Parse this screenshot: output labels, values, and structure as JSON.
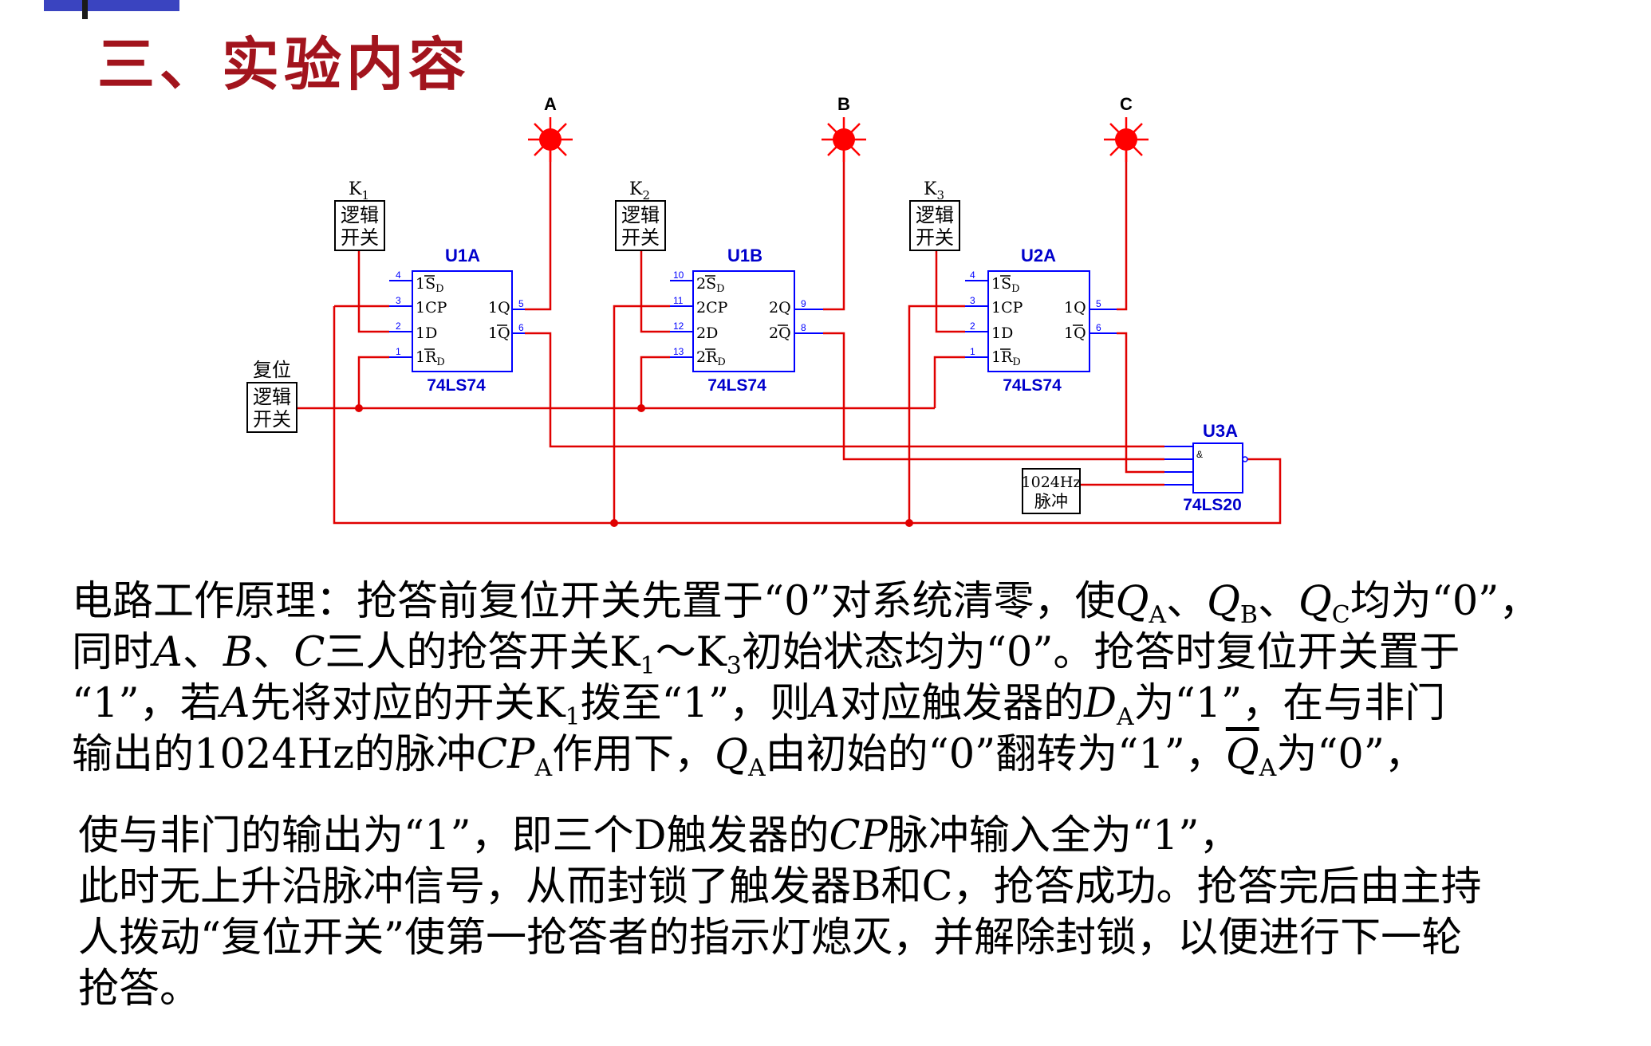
{
  "slide": {
    "title": "三、实验内容"
  },
  "circuit": {
    "lamps": [
      {
        "label": "A"
      },
      {
        "label": "B"
      },
      {
        "label": "C"
      }
    ],
    "switches": [
      {
        "name_main": "K",
        "name_sub": "1",
        "line1": "逻辑",
        "line2": "开关"
      },
      {
        "name_main": "K",
        "name_sub": "2",
        "line1": "逻辑",
        "line2": "开关"
      },
      {
        "name_main": "K",
        "name_sub": "3",
        "line1": "逻辑",
        "line2": "开关"
      }
    ],
    "reset_switch": {
      "caption": "复位",
      "line1": "逻辑",
      "line2": "开关"
    },
    "flipflops": [
      {
        "ref": "U1A",
        "part": "74LS74",
        "pins": {
          "sd_num": "4",
          "cp_num": "3",
          "d_num": "2",
          "rd_num": "1",
          "q_num": "5",
          "qn_num": "6"
        },
        "labels": {
          "sd": "1S",
          "sd_sub": "D",
          "cp": "1CP",
          "d": "1D",
          "rd": "1R",
          "rd_sub": "D",
          "q": "1Q",
          "qn": "1Q"
        }
      },
      {
        "ref": "U1B",
        "part": "74LS74",
        "pins": {
          "sd_num": "10",
          "cp_num": "11",
          "d_num": "12",
          "rd_num": "13",
          "q_num": "9",
          "qn_num": "8"
        },
        "labels": {
          "sd": "2S",
          "sd_sub": "D",
          "cp": "2CP",
          "d": "2D",
          "rd": "2R",
          "rd_sub": "D",
          "q": "2Q",
          "qn": "2Q"
        }
      },
      {
        "ref": "U2A",
        "part": "74LS74",
        "pins": {
          "sd_num": "4",
          "cp_num": "3",
          "d_num": "2",
          "rd_num": "1",
          "q_num": "5",
          "qn_num": "6"
        },
        "labels": {
          "sd": "1S",
          "sd_sub": "D",
          "cp": "1CP",
          "d": "1D",
          "rd": "1R",
          "rd_sub": "D",
          "q": "1Q",
          "qn": "1Q"
        }
      }
    ],
    "nand": {
      "ref": "U3A",
      "part": "74LS20",
      "symbol": "&"
    },
    "clock": {
      "line1": "1024Hz",
      "line2": "脉冲"
    },
    "colors": {
      "wire": "#e00000",
      "pin": "#0000ff",
      "label": "#0000cc",
      "lamp": "#ff0000",
      "box": "#000000"
    }
  },
  "text": {
    "p1": {
      "l1": [
        "电路工作原理：抢答前复位开关先置于“0”对系统清零，使",
        "Q",
        "A",
        "、",
        "Q",
        "B",
        "、",
        "Q",
        "C",
        "均为“0”，"
      ],
      "l2": [
        "同时",
        "A",
        "、",
        "B",
        "、",
        "C",
        "三人的抢答开关K",
        "1",
        "～K",
        "3",
        "初始状态均为“0”。抢答时复位开关置于"
      ],
      "l3": [
        "“1”，若",
        "A",
        "先将对应的开关K",
        "1",
        "拨至“1”，则",
        "A",
        "对应触发器的",
        "D",
        "A",
        "为“1”，在与非门"
      ],
      "l4": [
        "输出的1024Hz的脉冲",
        "CP",
        "A",
        "作用下，",
        "Q",
        "A",
        "由初始的“0”翻转为“1”，",
        "Q",
        "A",
        "为“0”，"
      ]
    },
    "p2": {
      "l1": [
        "使与非门的输出为“1”，即三个D触发器的",
        "CP",
        "脉冲输入全为“1”，"
      ],
      "l2": "此时无上升沿脉冲信号，从而封锁了触发器B和C，抢答成功。抢答完后由主持",
      "l3": "人拨动“复位开关”使第一抢答者的指示灯熄灭，并解除封锁，以便进行下一轮",
      "l4": "抢答。"
    }
  }
}
